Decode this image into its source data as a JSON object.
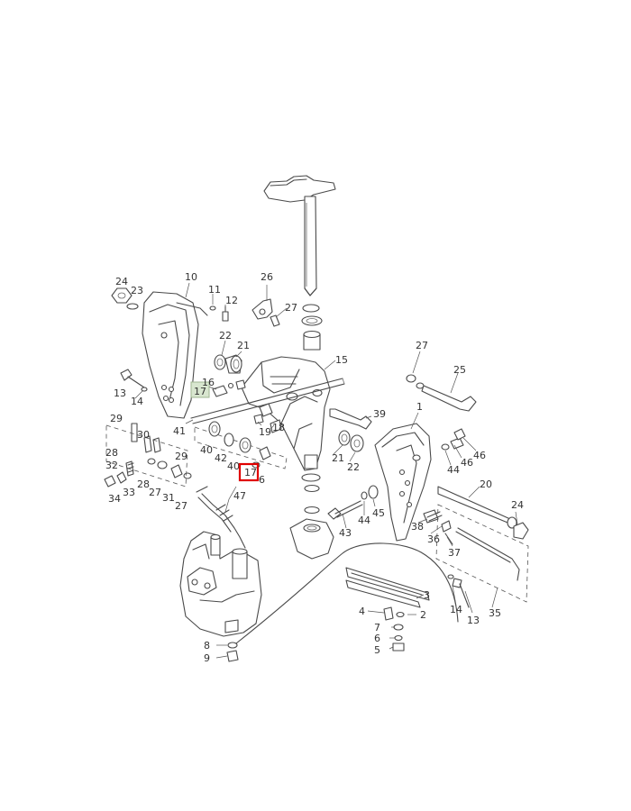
{
  "diagram": {
    "callouts": [
      {
        "id": "c24a",
        "label": "24"
      },
      {
        "id": "c23",
        "label": "23"
      },
      {
        "id": "c10",
        "label": "10"
      },
      {
        "id": "c11",
        "label": "11"
      },
      {
        "id": "c12",
        "label": "12"
      },
      {
        "id": "c26",
        "label": "26"
      },
      {
        "id": "c27a",
        "label": "27"
      },
      {
        "id": "c22a",
        "label": "22"
      },
      {
        "id": "c21a",
        "label": "21"
      },
      {
        "id": "c15",
        "label": "15"
      },
      {
        "id": "c27b",
        "label": "27"
      },
      {
        "id": "c25",
        "label": "25"
      },
      {
        "id": "c13a",
        "label": "13"
      },
      {
        "id": "c14a",
        "label": "14"
      },
      {
        "id": "c16",
        "label": "16"
      },
      {
        "id": "c17a",
        "label": "17"
      },
      {
        "id": "c18",
        "label": "18"
      },
      {
        "id": "c19",
        "label": "19"
      },
      {
        "id": "c39",
        "label": "39"
      },
      {
        "id": "c1",
        "label": "1"
      },
      {
        "id": "c29a",
        "label": "29"
      },
      {
        "id": "c41",
        "label": "41"
      },
      {
        "id": "c30",
        "label": "30"
      },
      {
        "id": "c29b",
        "label": "29"
      },
      {
        "id": "c28a",
        "label": "28"
      },
      {
        "id": "c40a",
        "label": "40"
      },
      {
        "id": "c42",
        "label": "42"
      },
      {
        "id": "c40b",
        "label": "40"
      },
      {
        "id": "c21b",
        "label": "21"
      },
      {
        "id": "c22b",
        "label": "22"
      },
      {
        "id": "c44a",
        "label": "44"
      },
      {
        "id": "c46a",
        "label": "46"
      },
      {
        "id": "c46b",
        "label": "46"
      },
      {
        "id": "c32",
        "label": "32"
      },
      {
        "id": "c17b",
        "label": "17"
      },
      {
        "id": "c6a",
        "label": "6"
      },
      {
        "id": "c28b",
        "label": "28"
      },
      {
        "id": "c27c",
        "label": "27"
      },
      {
        "id": "c31",
        "label": "31"
      },
      {
        "id": "c33",
        "label": "33"
      },
      {
        "id": "c34",
        "label": "34"
      },
      {
        "id": "c27d",
        "label": "27"
      },
      {
        "id": "c47",
        "label": "47"
      },
      {
        "id": "c20",
        "label": "20"
      },
      {
        "id": "c45",
        "label": "45"
      },
      {
        "id": "c44b",
        "label": "44"
      },
      {
        "id": "c43",
        "label": "43"
      },
      {
        "id": "c38",
        "label": "38"
      },
      {
        "id": "c36",
        "label": "36"
      },
      {
        "id": "c37",
        "label": "37"
      },
      {
        "id": "c24b",
        "label": "24"
      },
      {
        "id": "c3",
        "label": "3"
      },
      {
        "id": "c14b",
        "label": "14"
      },
      {
        "id": "c13b",
        "label": "13"
      },
      {
        "id": "c35",
        "label": "35"
      },
      {
        "id": "c4",
        "label": "4"
      },
      {
        "id": "c2",
        "label": "2"
      },
      {
        "id": "c7",
        "label": "7"
      },
      {
        "id": "c6b",
        "label": "6"
      },
      {
        "id": "c5",
        "label": "5"
      },
      {
        "id": "c8",
        "label": "8"
      },
      {
        "id": "c9",
        "label": "9"
      }
    ],
    "highlight": {
      "label": "17",
      "color": "#e00000"
    },
    "colors": {
      "line": "#4a4a4a",
      "callout_text": "#333333",
      "selection": "#e00000",
      "callout_highlight": "#d8e6cf"
    }
  }
}
